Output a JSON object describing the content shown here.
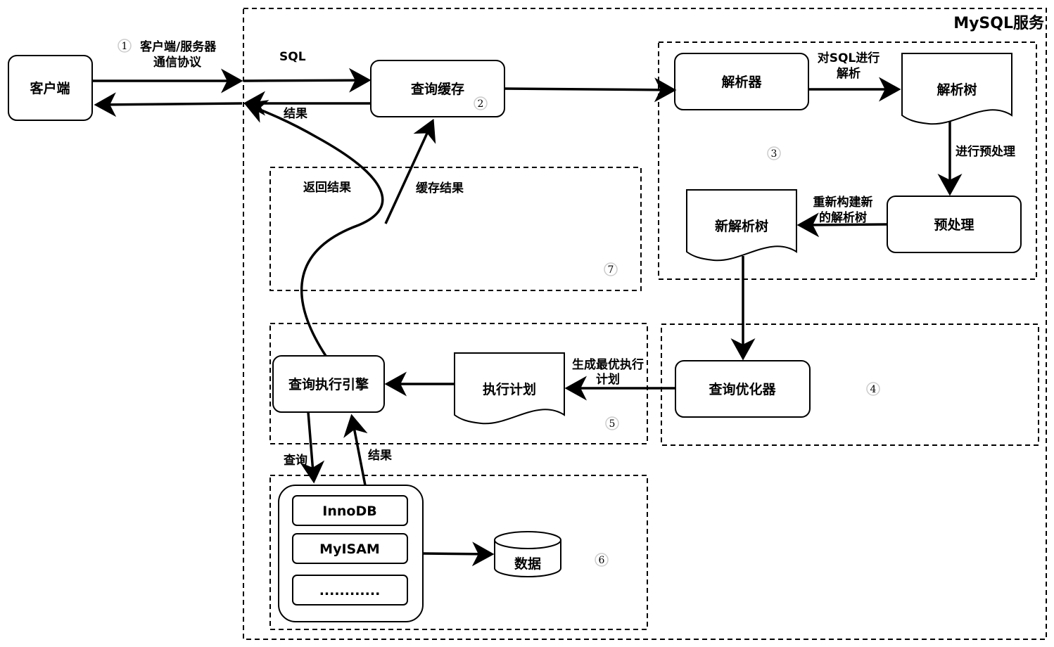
{
  "title": "MySQL服务",
  "nodes": {
    "client": "客户端",
    "query_cache": "查询缓存",
    "parser": "解析器",
    "parse_tree": "解析树",
    "preprocess": "预处理",
    "new_parse_tree": "新解析树",
    "optimizer": "查询优化器",
    "exec_plan": "执行计划",
    "exec_engine": "查询执行引擎",
    "data": "数据"
  },
  "engines": [
    "InnoDB",
    "MyISAM",
    "............"
  ],
  "edge_labels": {
    "protocol_line1": "客户端/服务器",
    "protocol_line2": "通信协议",
    "sql": "SQL",
    "result_top": "结果",
    "parse_sql_line1": "对SQL进行",
    "parse_sql_line2": "解析",
    "do_preprocess": "进行预处理",
    "rebuild_line1": "重新构建新",
    "rebuild_line2": "的解析树",
    "gen_plan_line1": "生成最优执行",
    "gen_plan_line2": "计划",
    "return_result": "返回结果",
    "cache_result": "缓存结果",
    "query": "查询",
    "result_bottom": "结果"
  },
  "step_badges": {
    "s1": "1",
    "s2": "2",
    "s3": "3",
    "s4": "4",
    "s5": "5",
    "s6": "6",
    "s7": "7"
  }
}
